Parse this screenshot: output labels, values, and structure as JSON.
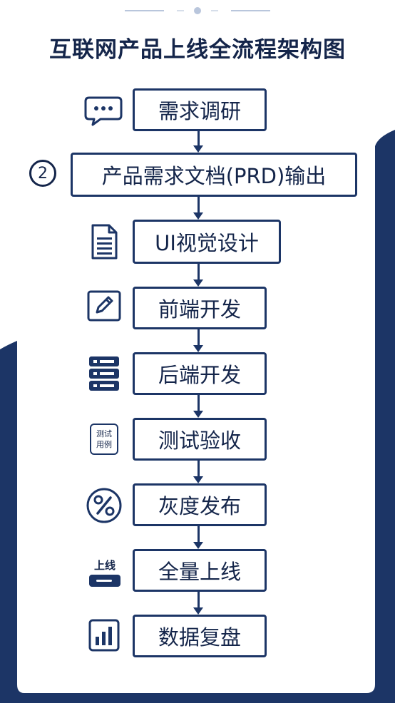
{
  "diagram": {
    "title": "互联网产品上线全流程架构图",
    "steps": [
      {
        "label": "需求调研",
        "icon": "chat-bubble-icon"
      },
      {
        "label": "产品需求文档(PRD)输出",
        "icon": "number-circle-2-icon",
        "icon_text": "2"
      },
      {
        "label": "UI视觉设计",
        "icon": "document-icon"
      },
      {
        "label": "前端开发",
        "icon": "edit-pen-icon"
      },
      {
        "label": "后端开发",
        "icon": "server-stack-icon"
      },
      {
        "label": "测试验收",
        "icon": "test-case-icon",
        "icon_text": [
          "测试",
          "用例"
        ]
      },
      {
        "label": "灰度发布",
        "icon": "percent-icon"
      },
      {
        "label": "全量上线",
        "icon": "launch-switch-icon",
        "icon_text": "上线"
      },
      {
        "label": "数据复盘",
        "icon": "bar-chart-icon"
      }
    ]
  },
  "colors": {
    "navy": "#1c3566",
    "text": "#14254a",
    "card": "#ffffff"
  }
}
